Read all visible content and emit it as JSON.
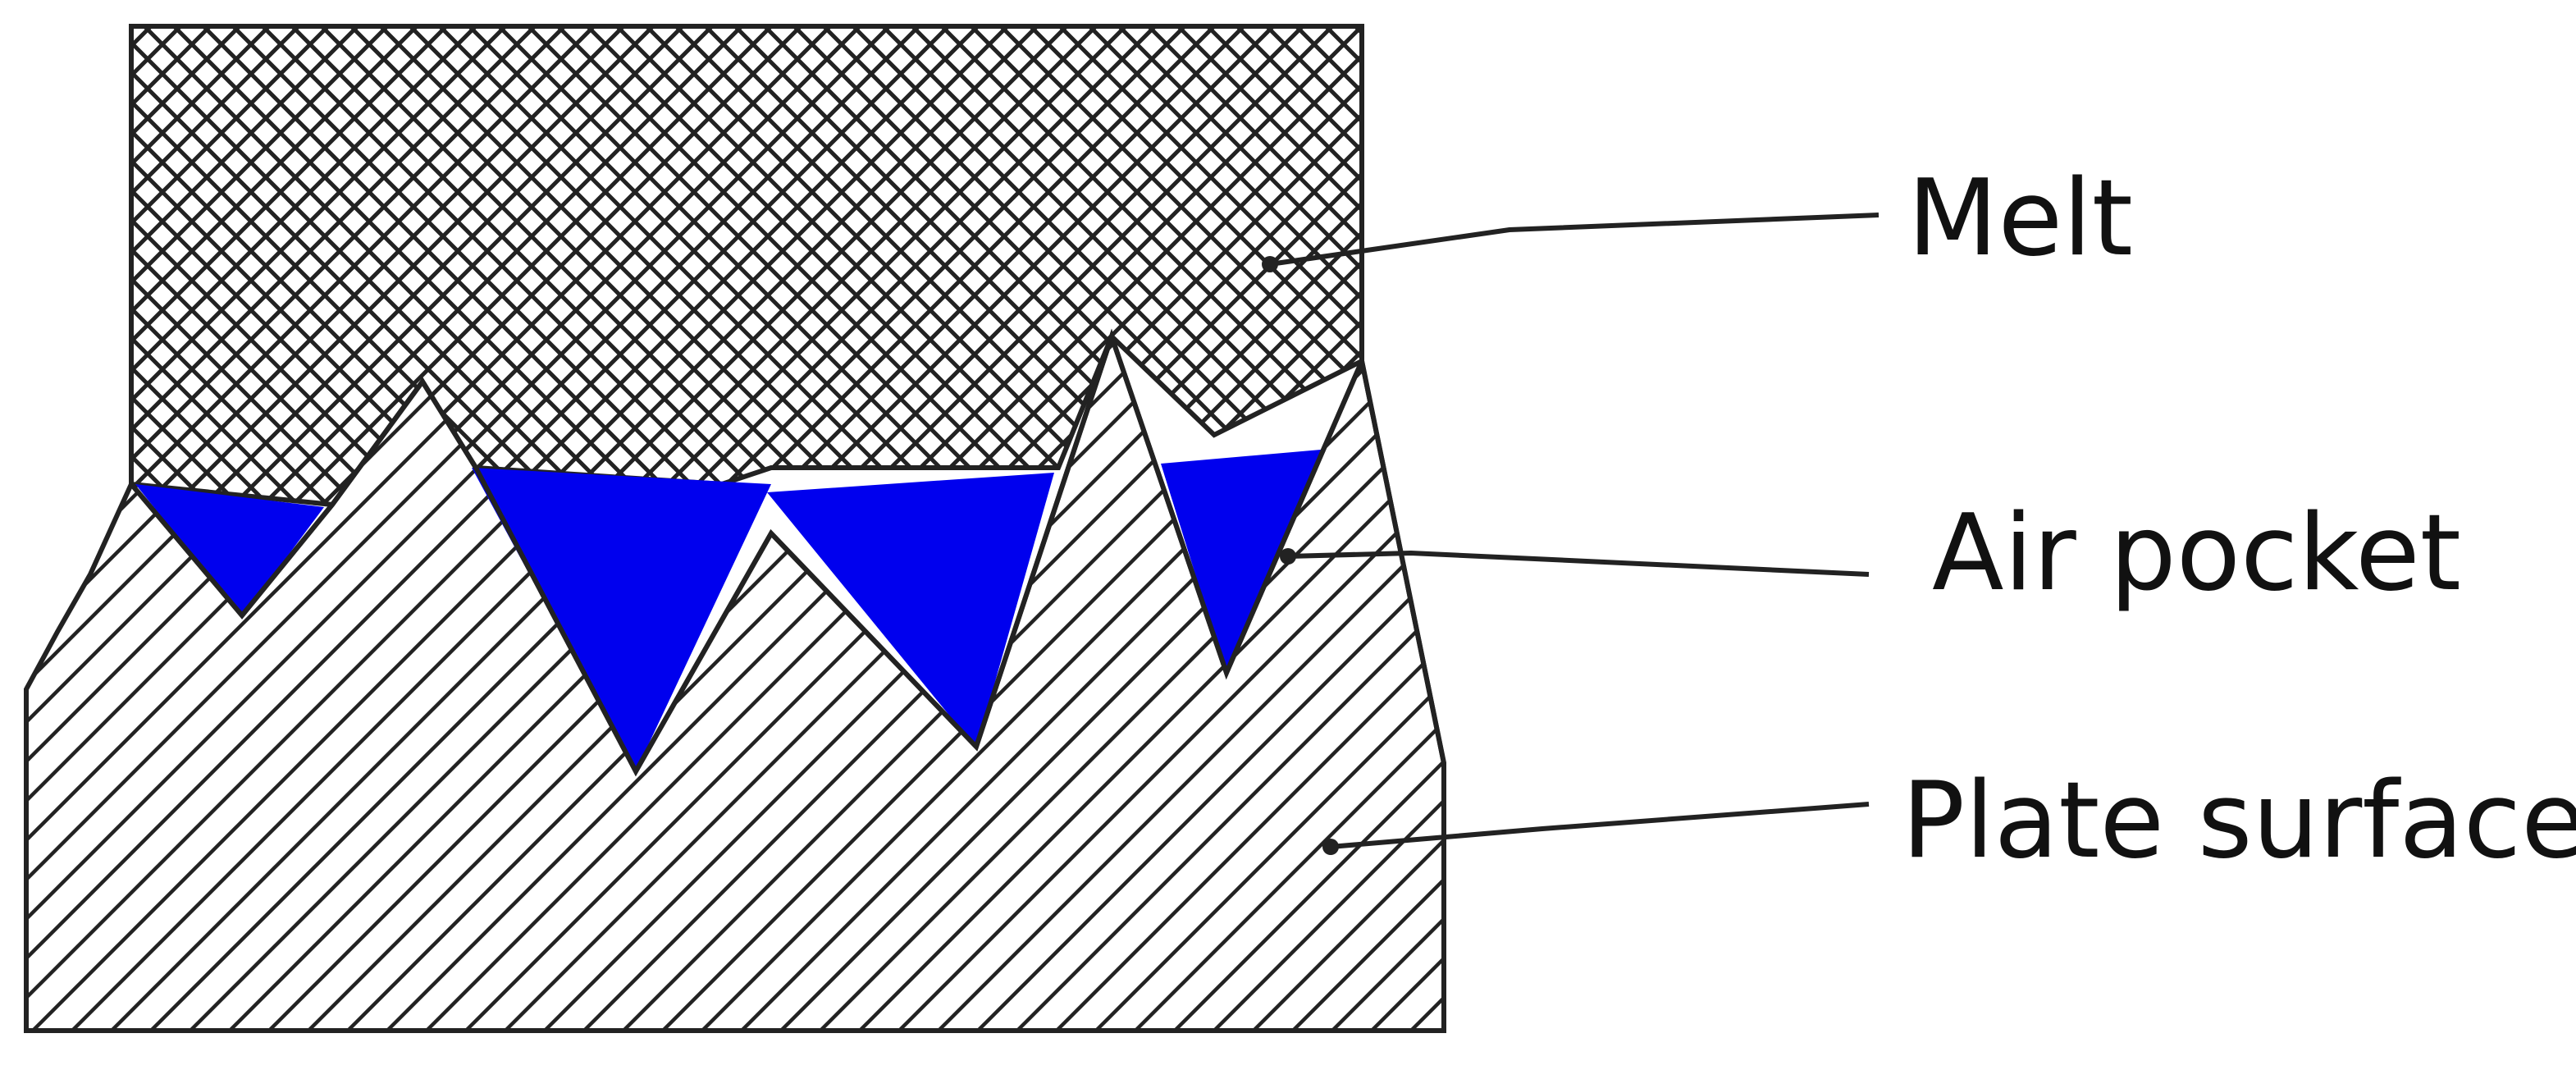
{
  "labels": {
    "melt": "Melt",
    "air_pocket": "Air pocket",
    "plate_surface": "Plate surface"
  },
  "colors": {
    "outline": "#222222",
    "air_pocket_fill": "#0000ee",
    "hatch": "#222222",
    "background": "#ffffff"
  }
}
